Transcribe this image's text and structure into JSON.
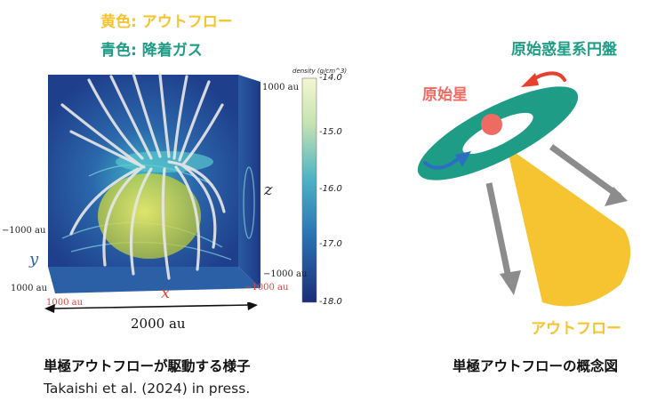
{
  "simulation": {
    "legend_yellow": "黄色: アウトフロー",
    "legend_teal": "青色: 降着ガス",
    "colorbar_title": "density (g/cm^3)",
    "colorbar_ticks": [
      "-14.0",
      "-15.0",
      "-16.0",
      "-17.0",
      "-18.0"
    ],
    "axis_x": "x",
    "axis_y": "y",
    "axis_z": "z",
    "tick_z_top": "1000 au",
    "tick_z_bottom": "−1000 au",
    "tick_y_left": "−1000 au",
    "tick_y_bottom": "1000 au",
    "tick_x_right": "−1000 au",
    "tick_x_left": "1000 au",
    "scale_label": "2000 au",
    "caption": "単極アウトフローが駆動する様子",
    "citation": "Takaishi et al. (2024) in press."
  },
  "concept": {
    "disk_label": "原始惑星系円盤",
    "protostar_label": "原始星",
    "outflow_label": "アウトフロー",
    "caption": "単極アウトフローの概念図"
  },
  "colors": {
    "outflow_yellow": "#f6c431",
    "disk_teal": "#1f9c86",
    "protostar_red": "#ee6b63",
    "arrow_red": "#e8402f",
    "arrow_blue": "#2a6fc2",
    "arrow_gray": "#8c8c8c"
  }
}
